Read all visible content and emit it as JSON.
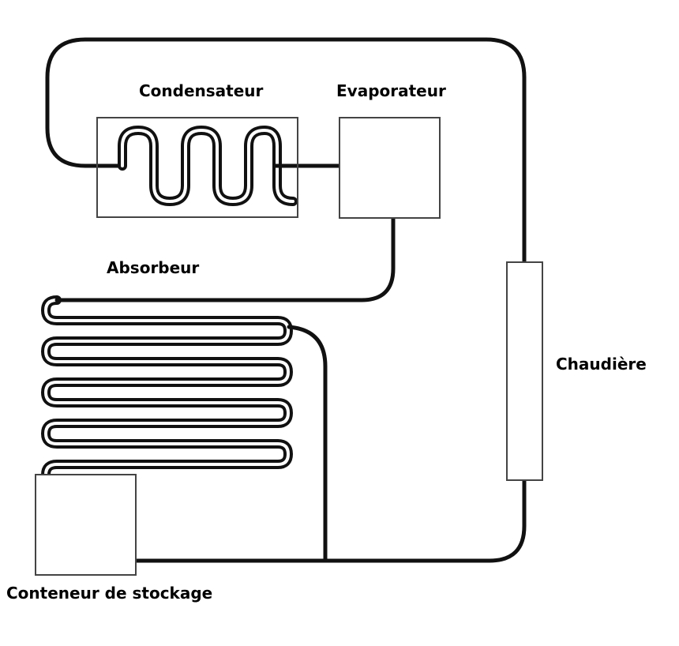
{
  "diagram": {
    "type": "absorption refrigeration cycle",
    "labels": {
      "condenser": "Condensateur",
      "evaporator": "Evaporateur",
      "absorber": "Absorbeur",
      "boiler": "Chaudière",
      "storage": "Conteneur de stockage"
    },
    "components": [
      "condenser",
      "evaporator",
      "absorber",
      "boiler",
      "storage"
    ],
    "connections": [
      [
        "boiler",
        "condenser"
      ],
      [
        "condenser",
        "evaporator"
      ],
      [
        "evaporator",
        "absorber"
      ],
      [
        "absorber",
        "storage"
      ],
      [
        "storage",
        "boiler"
      ]
    ],
    "colors": {
      "pipe": "#111111",
      "box_stroke": "#444444",
      "background": "#ffffff"
    }
  }
}
